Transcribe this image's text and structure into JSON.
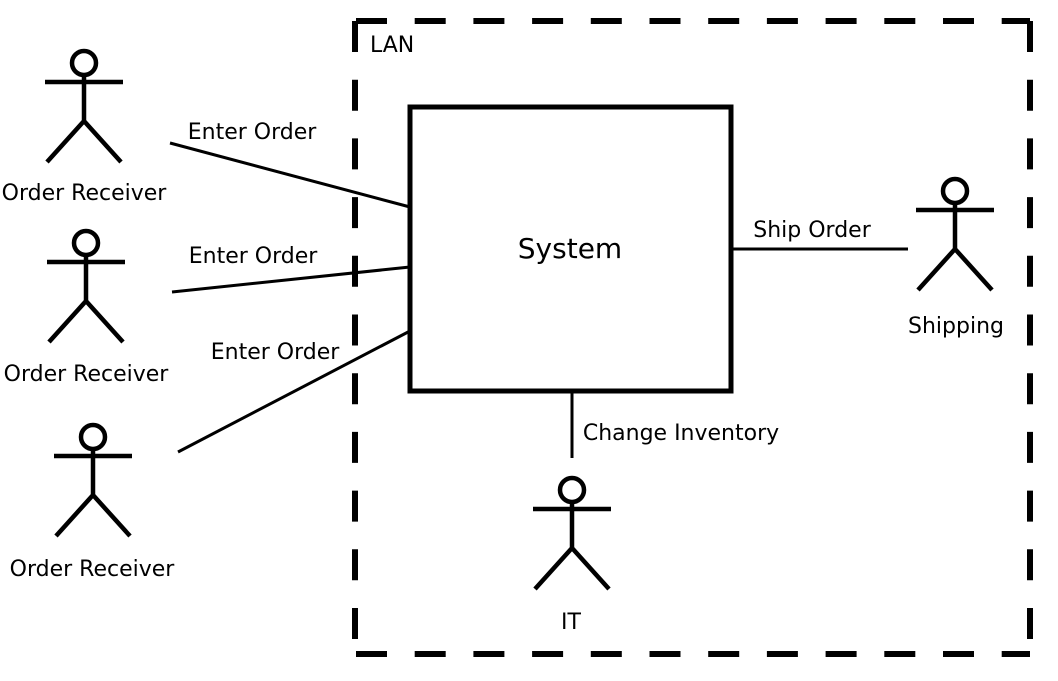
{
  "diagram": {
    "type": "use-case-context-diagram",
    "colors": {
      "background": "#ffffff",
      "stroke": "#000000",
      "text": "#000000"
    },
    "boundary": {
      "label": "LAN",
      "style": "dashed"
    },
    "system": {
      "label": "System"
    },
    "actors": [
      {
        "id": "order-receiver-1",
        "label": "Order Receiver"
      },
      {
        "id": "order-receiver-2",
        "label": "Order Receiver"
      },
      {
        "id": "order-receiver-3",
        "label": "Order Receiver"
      },
      {
        "id": "shipping",
        "label": "Shipping"
      },
      {
        "id": "it",
        "label": "IT"
      }
    ],
    "associations": [
      {
        "id": "enter-order-1",
        "label": "Enter Order",
        "from": "order-receiver-1",
        "to": "system"
      },
      {
        "id": "enter-order-2",
        "label": "Enter Order",
        "from": "order-receiver-2",
        "to": "system"
      },
      {
        "id": "enter-order-3",
        "label": "Enter Order",
        "from": "order-receiver-3",
        "to": "system"
      },
      {
        "id": "ship-order",
        "label": "Ship Order",
        "from": "system",
        "to": "shipping"
      },
      {
        "id": "change-inventory",
        "label": "Change Inventory",
        "from": "system",
        "to": "it"
      }
    ]
  }
}
